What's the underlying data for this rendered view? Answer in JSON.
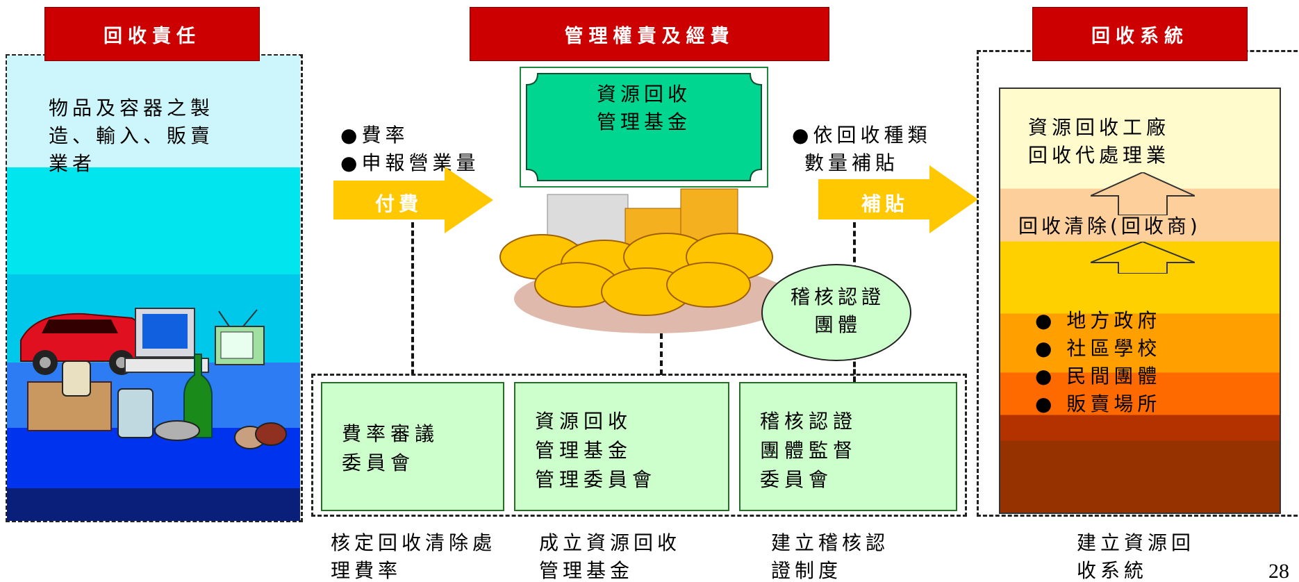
{
  "left": {
    "header": "回收責任",
    "text_lines": [
      "物品及容器之製",
      "造、輸入、販賣",
      "業者"
    ]
  },
  "center": {
    "header": "管理權責及經費",
    "fund_lines": [
      "資源回收",
      "管理基金"
    ],
    "pay_bullets": [
      "費率",
      "申報營業量"
    ],
    "pay_arrow": "付費",
    "subsidy_bullets": [
      "依回收種類",
      "數量補貼"
    ],
    "subsidy_arrow": "補貼",
    "audit_group_lines": [
      "稽核認證",
      "團體"
    ],
    "committees": [
      {
        "lines": [
          "費率審議",
          "委員會"
        ]
      },
      {
        "lines": [
          "資源回收",
          "管理基金",
          "管理委員會"
        ]
      },
      {
        "lines": [
          "稽核認證",
          "團體監督",
          "委員會"
        ]
      }
    ],
    "captions": [
      {
        "lines": [
          "核定回收清除處",
          "理費率"
        ]
      },
      {
        "lines": [
          "成立資源回收",
          "管理基金"
        ]
      },
      {
        "lines": [
          "建立稽核認",
          "證制度"
        ]
      }
    ]
  },
  "right": {
    "header": "回收系統",
    "top_lines": [
      "資源回收工廠",
      "回收代處理業"
    ],
    "middle_line": "回收清除(回收商)",
    "bullets": [
      "地方政府",
      "社區學校",
      "民間團體",
      "販賣場所"
    ],
    "caption_lines": [
      "建立資源回",
      "收系統"
    ]
  },
  "page_number": "28",
  "colors": {
    "header_red": "#cc0000",
    "arrow_yellow": "#ffc800",
    "fund_green": "#00d690",
    "committee_green": "#ccffcc"
  }
}
